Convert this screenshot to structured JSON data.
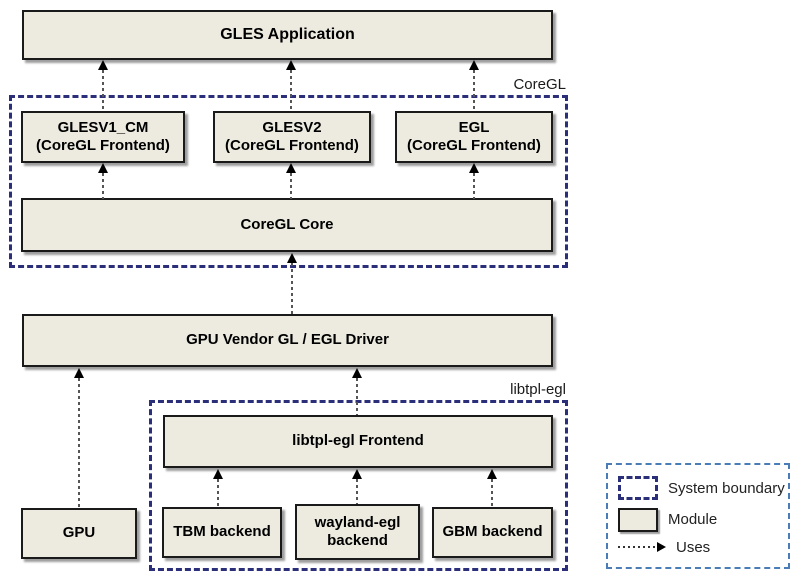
{
  "boundaries": {
    "coregl": {
      "label": "CoreGL"
    },
    "libtpl": {
      "label": "libtpl-egl"
    }
  },
  "nodes": {
    "gles_app": {
      "label": "GLES Application"
    },
    "glesv1": {
      "line1": "GLESV1_CM",
      "line2": "(CoreGL Frontend)"
    },
    "glesv2": {
      "line1": "GLESV2",
      "line2": "(CoreGL Frontend)"
    },
    "egl": {
      "line1": "EGL",
      "line2": "(CoreGL Frontend)"
    },
    "coregl_core": {
      "label": "CoreGL Core"
    },
    "gpu_driver": {
      "label": "GPU Vendor GL / EGL Driver"
    },
    "libtpl_frontend": {
      "label": "libtpl-egl Frontend"
    },
    "gpu": {
      "label": "GPU"
    },
    "tbm": {
      "label": "TBM backend"
    },
    "wayland": {
      "line1": "wayland-egl",
      "line2": "backend"
    },
    "gbm": {
      "label": "GBM backend"
    }
  },
  "legend": {
    "system_boundary_label": "System boundary",
    "module_label": "Module",
    "uses_label": "Uses"
  },
  "colors": {
    "module_fill": "#EDEBE0",
    "module_border": "#1A1A1A",
    "module_shadow": "#9E9E9E",
    "boundary_dash": "#2B2E78",
    "legend_border": "#4A7CB5",
    "arrow_line": "#555555",
    "arrow_head": "#000000",
    "background": "#FFFFFF"
  }
}
